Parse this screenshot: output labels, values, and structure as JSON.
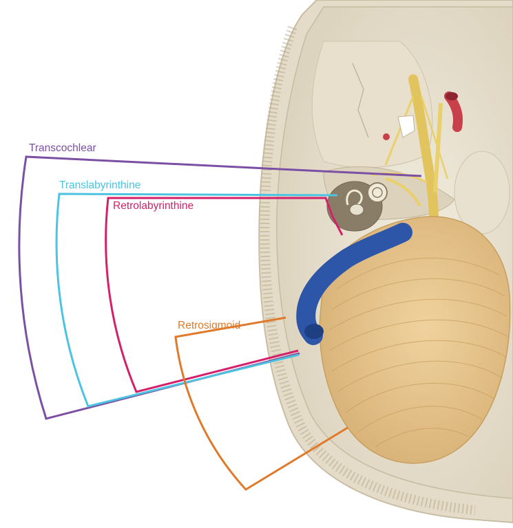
{
  "labels": {
    "transcochlear": "Transcochlear",
    "translabyrinthine": "Translabyrinthine",
    "retrolabyrinthine": "Retrolabyrinthine",
    "retrosigmoid": "Retrosigmoid"
  },
  "colors": {
    "transcochlear": "#7b4fa3",
    "translabyrinthine": "#4cc3e0",
    "retrolabyrinthine": "#d4206a",
    "retrosigmoid": "#e07a2a",
    "sigmoid_sinus": "#2d56a8",
    "cerebellum": "#e6c58f",
    "bone": "#e2dac6",
    "nerve": "#e9d06a",
    "artery": "#c8404a"
  },
  "icons": [
    "skull-base-illustration",
    "cerebellum-shape",
    "sigmoid-sinus-shape",
    "cranial-nerve-bundle",
    "carotid-artery-shape"
  ]
}
